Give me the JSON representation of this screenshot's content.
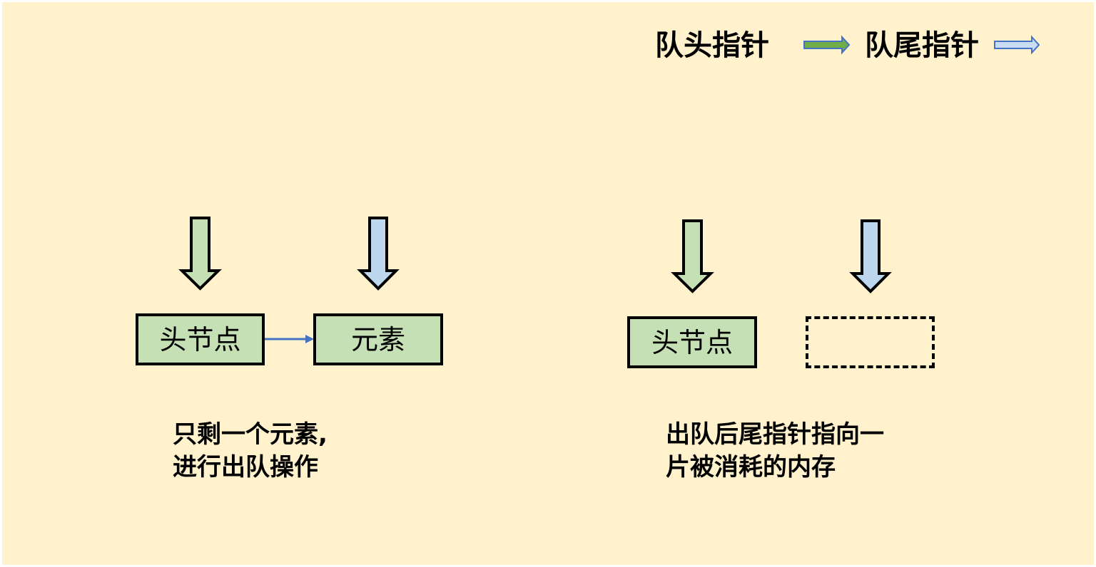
{
  "legend": {
    "head_label": "队头指针",
    "tail_label": "队尾指针",
    "head_color": "#70ad47",
    "tail_color": "#c9dcf3"
  },
  "colors": {
    "background": "#fff2cc",
    "node_fill": "#c5e0b4",
    "head_pointer_fill": "#c5e0b4",
    "tail_pointer_fill": "#bdd7ee",
    "link_arrow": "#4472c4"
  },
  "left": {
    "nodes": [
      {
        "label": "头节点"
      },
      {
        "label": "元素"
      }
    ],
    "caption_lines": [
      "只剩一个元素,",
      "进行出队操作"
    ]
  },
  "right": {
    "nodes": [
      {
        "label": "头节点"
      },
      {
        "label": ""
      }
    ],
    "caption_lines": [
      "出队后尾指针指向一",
      "片被消耗的内存"
    ]
  }
}
